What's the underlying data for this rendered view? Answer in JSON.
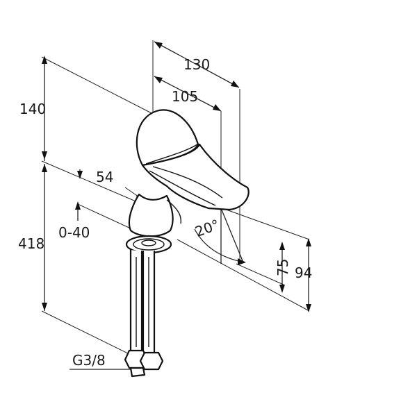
{
  "dimensions": {
    "height_overall": "140",
    "width_outer": "130",
    "width_inner": "105",
    "body_diameter": "54",
    "pipe_length": "418",
    "deck_thickness": "0-40",
    "angle": "20°",
    "spout_height": "75",
    "total_height": "94",
    "thread": "G3/8"
  },
  "colors": {
    "line": "#111111",
    "background": "#ffffff"
  }
}
